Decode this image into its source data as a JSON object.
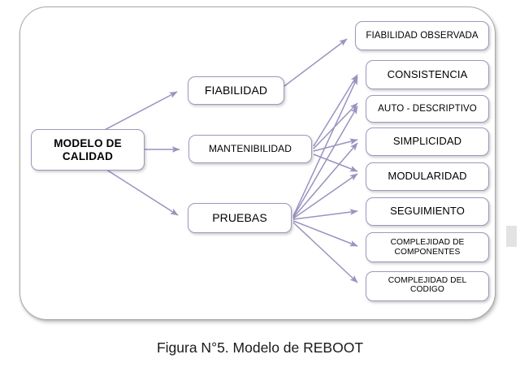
{
  "diagram": {
    "type": "flowchart",
    "caption": "Figura N°5. Modelo de REBOOT",
    "colors": {
      "node_border": "#9f96bd",
      "node_fill": "#ffffff",
      "connector": "#9b92c0",
      "frame_border": "#a9a9a9",
      "text": "#000000"
    },
    "root": {
      "label_line1": "MODELO DE",
      "label_line2": "CALIDAD"
    },
    "level1": [
      {
        "id": "fiabilidad",
        "label": "FIABILIDAD"
      },
      {
        "id": "mantenibilidad",
        "label": "MANTENIBILIDAD"
      },
      {
        "id": "pruebas",
        "label": "PRUEBAS"
      }
    ],
    "level2": [
      {
        "id": "fiabilidad-observada",
        "label": "FIABILIDAD OBSERVADA"
      },
      {
        "id": "consistencia",
        "label": "CONSISTENCIA"
      },
      {
        "id": "auto-descriptivo",
        "label": "AUTO - DESCRIPTIVO"
      },
      {
        "id": "simplicidad",
        "label": "SIMPLICIDAD"
      },
      {
        "id": "modularidad",
        "label": "MODULARIDAD"
      },
      {
        "id": "seguimiento",
        "label": "SEGUIMIENTO"
      },
      {
        "id": "complejidad-componentes",
        "label_line1": "COMPLEJIDAD DE",
        "label_line2": "COMPONENTES"
      },
      {
        "id": "complejidad-codigo",
        "label_line1": "COMPLEJIDAD DEL",
        "label_line2": "CODIGO"
      }
    ],
    "edges": [
      {
        "from": "MODELO DE CALIDAD",
        "to": "FIABILIDAD"
      },
      {
        "from": "MODELO DE CALIDAD",
        "to": "MANTENIBILIDAD"
      },
      {
        "from": "MODELO DE CALIDAD",
        "to": "PRUEBAS"
      },
      {
        "from": "FIABILIDAD",
        "to": "FIABILIDAD OBSERVADA"
      },
      {
        "from": "MANTENIBILIDAD",
        "to": "CONSISTENCIA"
      },
      {
        "from": "MANTENIBILIDAD",
        "to": "AUTO - DESCRIPTIVO"
      },
      {
        "from": "MANTENIBILIDAD",
        "to": "SIMPLICIDAD"
      },
      {
        "from": "MANTENIBILIDAD",
        "to": "MODULARIDAD"
      },
      {
        "from": "PRUEBAS",
        "to": "CONSISTENCIA"
      },
      {
        "from": "PRUEBAS",
        "to": "AUTO - DESCRIPTIVO"
      },
      {
        "from": "PRUEBAS",
        "to": "SIMPLICIDAD"
      },
      {
        "from": "PRUEBAS",
        "to": "MODULARIDAD"
      },
      {
        "from": "PRUEBAS",
        "to": "SEGUIMIENTO"
      },
      {
        "from": "PRUEBAS",
        "to": "COMPLEJIDAD DE COMPONENTES"
      },
      {
        "from": "PRUEBAS",
        "to": "COMPLEJIDAD DEL CODIGO"
      }
    ]
  }
}
